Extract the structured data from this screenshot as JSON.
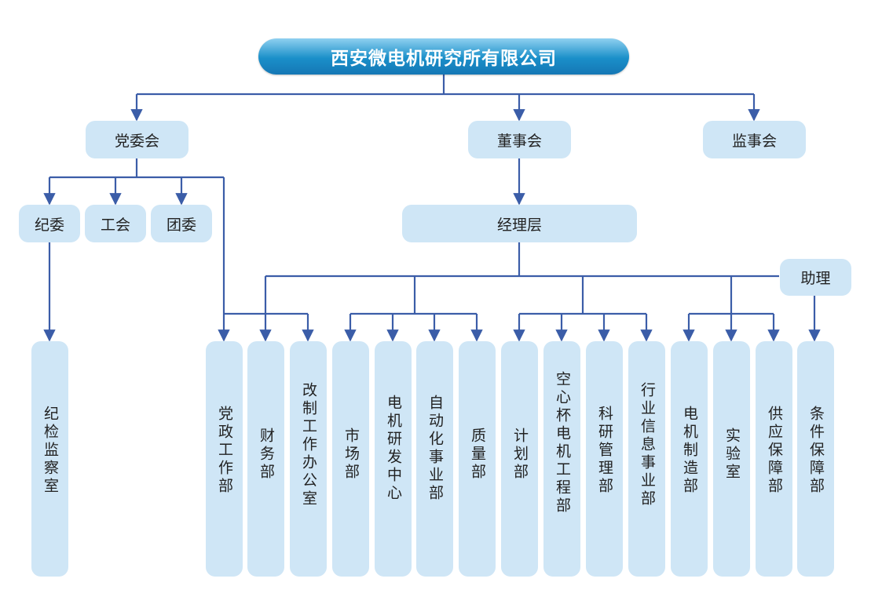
{
  "root": "西安微电机研究所有限公司",
  "level1": {
    "party_committee": "党委会",
    "board": "董事会",
    "supervisory_board": "监事会"
  },
  "party_branches": {
    "discipline_committee": "纪委",
    "trade_union": "工会",
    "youth_league": "团委"
  },
  "management": "经理层",
  "assistant": "助理",
  "departments": {
    "discipline_office": "纪检监察室",
    "party_affairs": "党政工作部",
    "finance": "财务部",
    "reform_office": "改制工作办公室",
    "market": "市场部",
    "motor_rd_center": "电机研发中心",
    "automation_division": "自动化事业部",
    "quality": "质量部",
    "planning": "计划部",
    "coreless_motor": "空心杯电机工程部",
    "research_management": "科研管理部",
    "industry_info_division": "行业信息事业部",
    "motor_manufacturing": "电机制造部",
    "laboratory": "实验室",
    "supply_support": "供应保障部",
    "facilities_support": "条件保障部"
  },
  "colors": {
    "connector": "#3b5da8",
    "node_fill": "#cfe6f6",
    "root_fill": "#1a8fc9"
  }
}
